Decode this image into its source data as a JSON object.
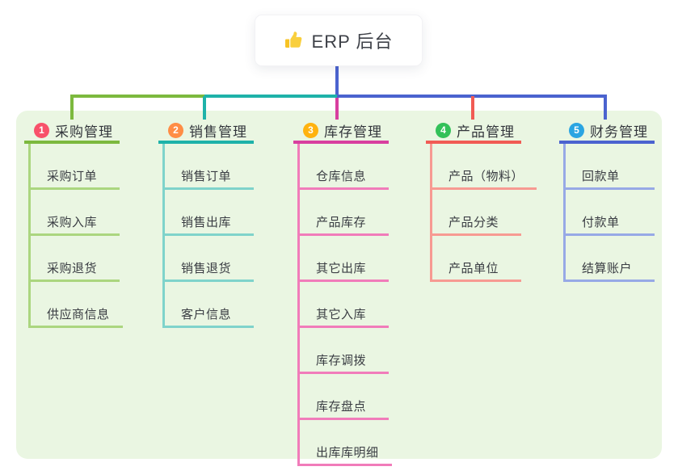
{
  "root": {
    "label": "ERP 后台",
    "icon": "thumbs-up"
  },
  "colors": {
    "root_connector": "#4b63cf",
    "panel_bg": "#eaf6e2",
    "icon_yellow": "#f7c325"
  },
  "branches": [
    {
      "index": "1",
      "label": "采购管理",
      "badge_color": "#f8516a",
      "color": "#7cb93e",
      "light_color": "#abd67f",
      "children": [
        "采购订单",
        "采购入库",
        "采购退货",
        "供应商信息"
      ]
    },
    {
      "index": "2",
      "label": "销售管理",
      "badge_color": "#ff8d45",
      "color": "#1eb2a9",
      "light_color": "#7fd3cb",
      "children": [
        "销售订单",
        "销售出库",
        "销售退货",
        "客户信息"
      ]
    },
    {
      "index": "3",
      "label": "库存管理",
      "badge_color": "#ffb30f",
      "color": "#d83f9f",
      "light_color": "#f17cba",
      "children": [
        "仓库信息",
        "产品库存",
        "其它出库",
        "其它入库",
        "库存调拨",
        "库存盘点",
        "出库库明细"
      ]
    },
    {
      "index": "4",
      "label": "产品管理",
      "badge_color": "#33c159",
      "color": "#f15b54",
      "light_color": "#f79a92",
      "children": [
        "产品（物料）",
        "产品分类",
        "产品单位"
      ]
    },
    {
      "index": "5",
      "label": "财务管理",
      "badge_color": "#2aa5e2",
      "color": "#4b63cf",
      "light_color": "#97a9e6",
      "children": [
        "回款单",
        "付款单",
        "结算账户"
      ]
    }
  ]
}
